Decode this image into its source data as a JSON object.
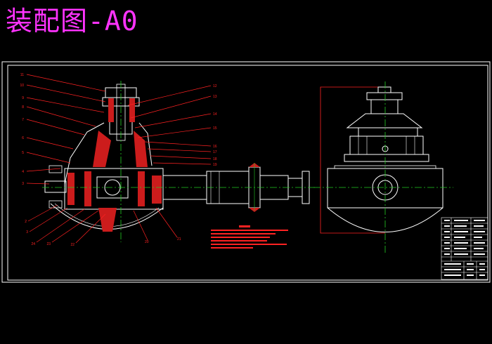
{
  "header": {
    "title": "装配图-A0"
  },
  "drawing": {
    "colors": {
      "background": "#000000",
      "frame": "#ffffff",
      "part": "#ffffff",
      "section_fill": "#cc1c1c",
      "leader": "#ff2222",
      "centerline": "#22cc22",
      "title_color": "#ff33ff"
    },
    "left_balloons": [
      "11",
      "10",
      "9",
      "8",
      "7",
      "6",
      "5",
      "4",
      "3",
      "2",
      "3",
      "24",
      "23",
      "22"
    ],
    "right_balloons": [
      "12",
      "13",
      "14",
      "15",
      "16",
      "17",
      "18",
      "19",
      "20",
      "21"
    ]
  }
}
